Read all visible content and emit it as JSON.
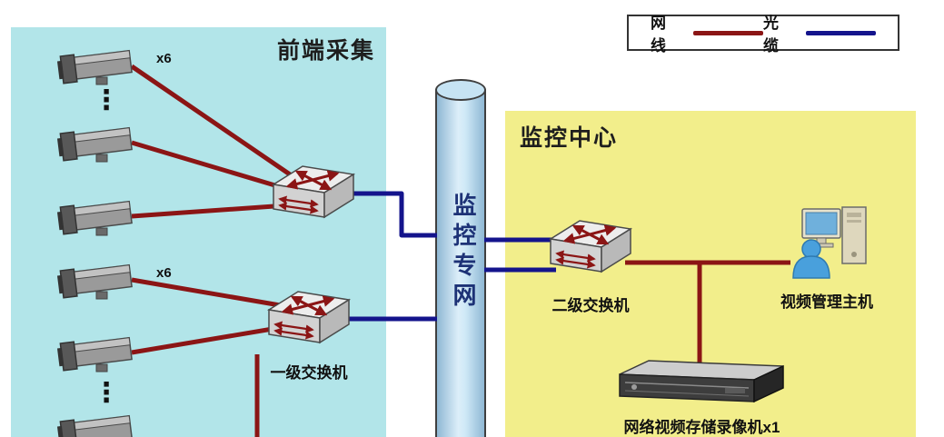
{
  "colors": {
    "cable_network": "#8b1515",
    "cable_optical": "#14148c",
    "panel_front": "#b2e5e9",
    "panel_center": "#f2ee8b"
  },
  "legend": {
    "network_cable_label": "网线",
    "optical_cable_label": "光缆"
  },
  "front_panel": {
    "title": "前端采集",
    "camera_groups": [
      {
        "count": "x6"
      },
      {
        "count": "x6"
      }
    ],
    "ellipsis": "⋮",
    "switch_label": "一级交换机"
  },
  "backbone": {
    "label": "监控专网"
  },
  "center_panel": {
    "title": "监控中心",
    "switch_label": "二级交换机",
    "host_label": "视频管理主机",
    "nvr_label": "网络视频存储录像机x1"
  }
}
